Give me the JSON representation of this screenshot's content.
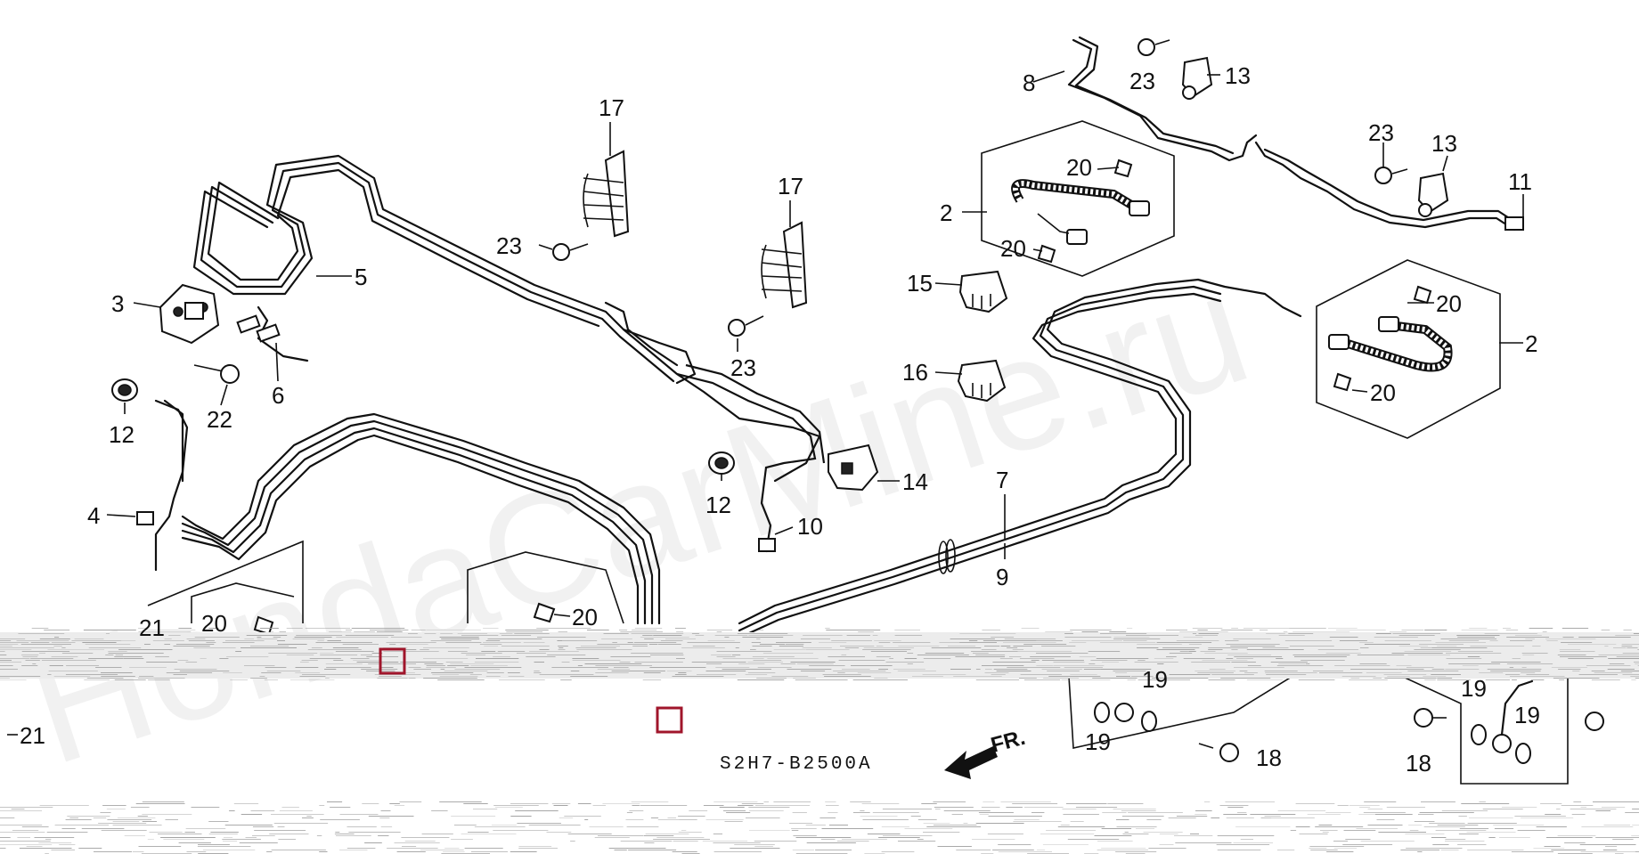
{
  "diagram": {
    "code": "S2H7-B2500A",
    "direction_label": "FR.",
    "watermark": "HondaCarMine.ru",
    "callouts": [
      {
        "id": "c2a",
        "text": "2"
      },
      {
        "id": "c2b",
        "text": "2"
      },
      {
        "id": "c3",
        "text": "3"
      },
      {
        "id": "c4",
        "text": "4"
      },
      {
        "id": "c5",
        "text": "5"
      },
      {
        "id": "c6",
        "text": "6"
      },
      {
        "id": "c7",
        "text": "7"
      },
      {
        "id": "c8",
        "text": "8"
      },
      {
        "id": "c9",
        "text": "9"
      },
      {
        "id": "c10",
        "text": "10"
      },
      {
        "id": "c11",
        "text": "11"
      },
      {
        "id": "c12a",
        "text": "12"
      },
      {
        "id": "c12b",
        "text": "12"
      },
      {
        "id": "c13a",
        "text": "13"
      },
      {
        "id": "c13b",
        "text": "13"
      },
      {
        "id": "c14",
        "text": "14"
      },
      {
        "id": "c15",
        "text": "15"
      },
      {
        "id": "c16",
        "text": "16"
      },
      {
        "id": "c17a",
        "text": "17"
      },
      {
        "id": "c17b",
        "text": "17"
      },
      {
        "id": "c18a",
        "text": "18"
      },
      {
        "id": "c18b",
        "text": "18"
      },
      {
        "id": "c19a",
        "text": "19"
      },
      {
        "id": "c19b",
        "text": "19"
      },
      {
        "id": "c19c",
        "text": "19"
      },
      {
        "id": "c19d",
        "text": "19"
      },
      {
        "id": "c20a",
        "text": "20"
      },
      {
        "id": "c20b",
        "text": "20"
      },
      {
        "id": "c20c",
        "text": "20"
      },
      {
        "id": "c20d",
        "text": "20"
      },
      {
        "id": "c20e",
        "text": "20"
      },
      {
        "id": "c20f",
        "text": "20"
      },
      {
        "id": "c21a",
        "text": "21"
      },
      {
        "id": "c21b",
        "text": "21"
      },
      {
        "id": "c22",
        "text": "22"
      },
      {
        "id": "c23a",
        "text": "23"
      },
      {
        "id": "c23b",
        "text": "23"
      },
      {
        "id": "c23c",
        "text": "23"
      },
      {
        "id": "c23d",
        "text": "23"
      }
    ]
  },
  "colors": {
    "line": "#111111",
    "marker": "#a0152b",
    "background": "#ffffff"
  }
}
